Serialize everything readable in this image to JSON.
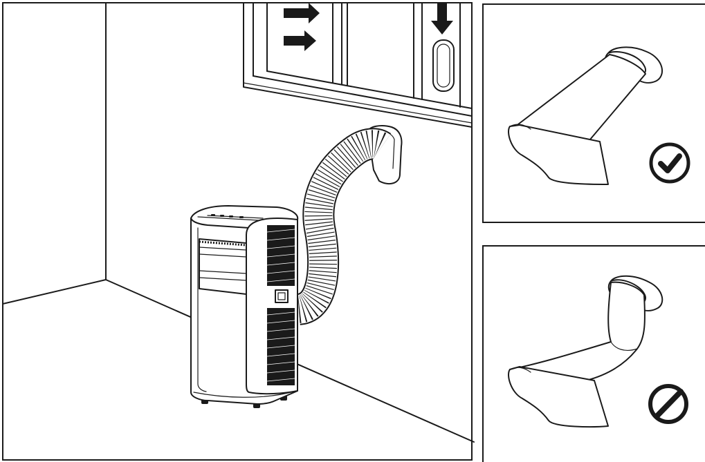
{
  "figure": {
    "panels": [
      {
        "id": "installation-scene",
        "shows": [
          "portable-air-conditioner",
          "exhaust-hose",
          "window-adapter",
          "sliding-window"
        ]
      },
      {
        "id": "correct-hose-routing",
        "hose_state": "straight",
        "status_icon": "check-mark-icon",
        "status_color": "#1a1a1a"
      },
      {
        "id": "incorrect-hose-routing",
        "hose_state": "bent",
        "status_icon": "prohibited-icon",
        "status_color": "#1a1a1a"
      }
    ],
    "arrows": [
      {
        "name": "airflow-arrow-top",
        "direction": "right"
      },
      {
        "name": "airflow-arrow-middle",
        "direction": "right"
      },
      {
        "name": "airflow-arrow-down",
        "direction": "down"
      }
    ],
    "colors": {
      "line": "#1a1a1a",
      "background": "#ffffff"
    }
  }
}
